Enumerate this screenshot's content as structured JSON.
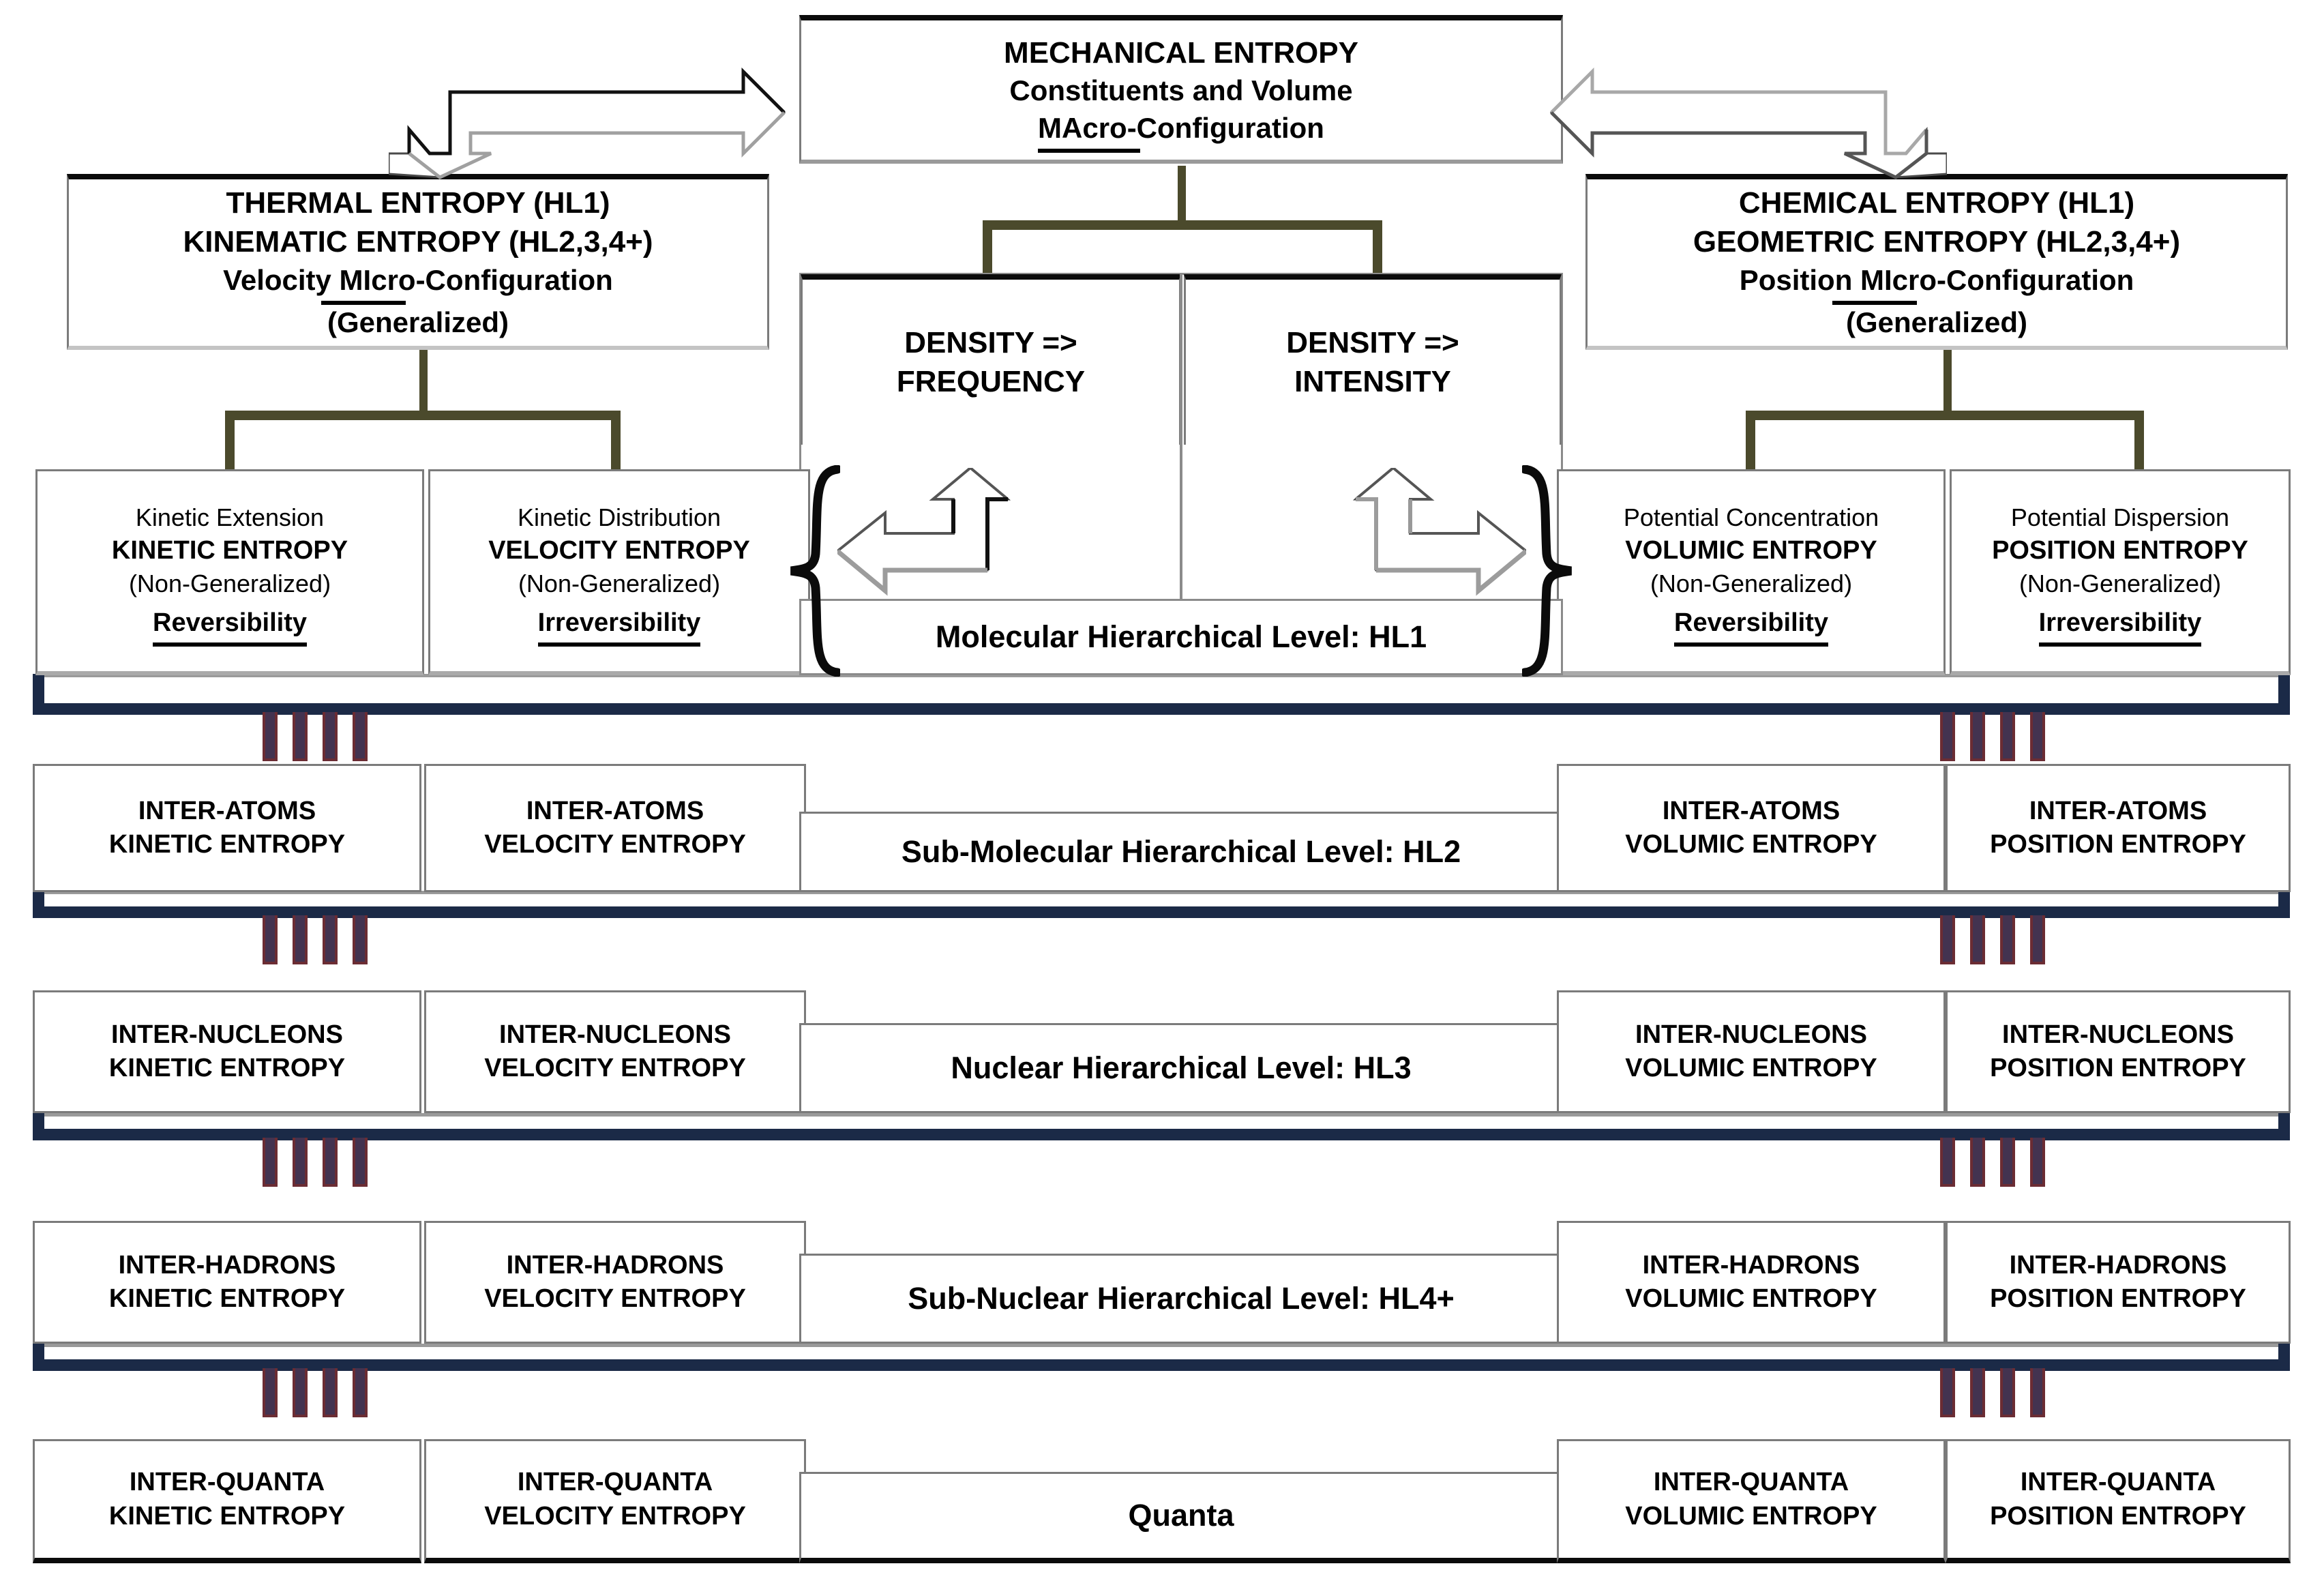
{
  "diagram": {
    "title": "Hierarchy of Entropy Types across Hierarchical Levels",
    "colors": {
      "box_border": "#7b7b7b",
      "box_border_heavy": "#0b0b0b",
      "olive_connector": "#4b4a2c",
      "rail_navy": "#1b2a47",
      "purple_bar_fill": "#433350",
      "purple_bar_border": "#6b2c33",
      "arrow_outline": "#444444",
      "text": "#000000"
    }
  },
  "top": {
    "mechanical": {
      "line1": "MECHANICAL ENTROPY",
      "line2": "Constituents and Volume",
      "line3": "MAcro-Configuration",
      "line3_underlined_part": "MAcro"
    },
    "left": {
      "line1": "THERMAL ENTROPY (HL1)",
      "line2": "KINEMATIC ENTROPY (HL2,3,4+)",
      "line3": "Velocity MIcro-Configuration",
      "line3_underlined_part": "MIcro",
      "line4": "(Generalized)"
    },
    "right": {
      "line1": "CHEMICAL ENTROPY (HL1)",
      "line2": "GEOMETRIC ENTROPY (HL2,3,4+)",
      "line3": "Position MIcro-Configuration",
      "line3_underlined_part": "MIcro",
      "line4": "(Generalized)"
    },
    "density_frequency": {
      "line1": "DENSITY =>",
      "line2": "FREQUENCY"
    },
    "density_intensity": {
      "line1": "DENSITY =>",
      "line2": "INTENSITY"
    }
  },
  "hl1_cells": {
    "kinetic": {
      "line1": "Kinetic Extension",
      "line2": "KINETIC ENTROPY",
      "line3": "(Non-Generalized)",
      "line4": "Reversibility"
    },
    "velocity": {
      "line1": "Kinetic Distribution",
      "line2": "VELOCITY ENTROPY",
      "line3": "(Non-Generalized)",
      "line4": "Irreversibility"
    },
    "volumic": {
      "line1": "Potential Concentration",
      "line2": "VOLUMIC ENTROPY",
      "line3": "(Non-Generalized)",
      "line4": "Reversibility"
    },
    "position": {
      "line1": "Potential Dispersion",
      "line2": "POSITION ENTROPY",
      "line3": "(Non-Generalized)",
      "line4": "Irreversibility"
    }
  },
  "levels": [
    {
      "id": "hl1",
      "center_label": "Molecular Hierarchical Level: HL1",
      "cells": []
    },
    {
      "id": "hl2",
      "center_label": "Sub-Molecular Hierarchical Level: HL2",
      "cells": [
        {
          "line1": "INTER-ATOMS",
          "line2": "KINETIC ENTROPY"
        },
        {
          "line1": "INTER-ATOMS",
          "line2": "VELOCITY ENTROPY"
        },
        {
          "line1": "INTER-ATOMS",
          "line2": "VOLUMIC ENTROPY"
        },
        {
          "line1": "INTER-ATOMS",
          "line2": "POSITION ENTROPY"
        }
      ]
    },
    {
      "id": "hl3",
      "center_label": "Nuclear Hierarchical Level: HL3",
      "cells": [
        {
          "line1": "INTER-NUCLEONS",
          "line2": "KINETIC ENTROPY"
        },
        {
          "line1": "INTER-NUCLEONS",
          "line2": "VELOCITY ENTROPY"
        },
        {
          "line1": "INTER-NUCLEONS",
          "line2": "VOLUMIC ENTROPY"
        },
        {
          "line1": "INTER-NUCLEONS",
          "line2": "POSITION ENTROPY"
        }
      ]
    },
    {
      "id": "hl4",
      "center_label": "Sub-Nuclear Hierarchical Level: HL4+",
      "cells": [
        {
          "line1": "INTER-HADRONS",
          "line2": "KINETIC ENTROPY"
        },
        {
          "line1": "INTER-HADRONS",
          "line2": "VELOCITY ENTROPY"
        },
        {
          "line1": "INTER-HADRONS",
          "line2": "VOLUMIC ENTROPY"
        },
        {
          "line1": "INTER-HADRONS",
          "line2": "POSITION ENTROPY"
        }
      ]
    },
    {
      "id": "quanta",
      "center_label": "Quanta",
      "cells": [
        {
          "line1": "INTER-QUANTA",
          "line2": "KINETIC ENTROPY"
        },
        {
          "line1": "INTER-QUANTA",
          "line2": "VELOCITY ENTROPY"
        },
        {
          "line1": "INTER-QUANTA",
          "line2": "VOLUMIC ENTROPY"
        },
        {
          "line1": "INTER-QUANTA",
          "line2": "POSITION ENTROPY"
        }
      ]
    }
  ]
}
